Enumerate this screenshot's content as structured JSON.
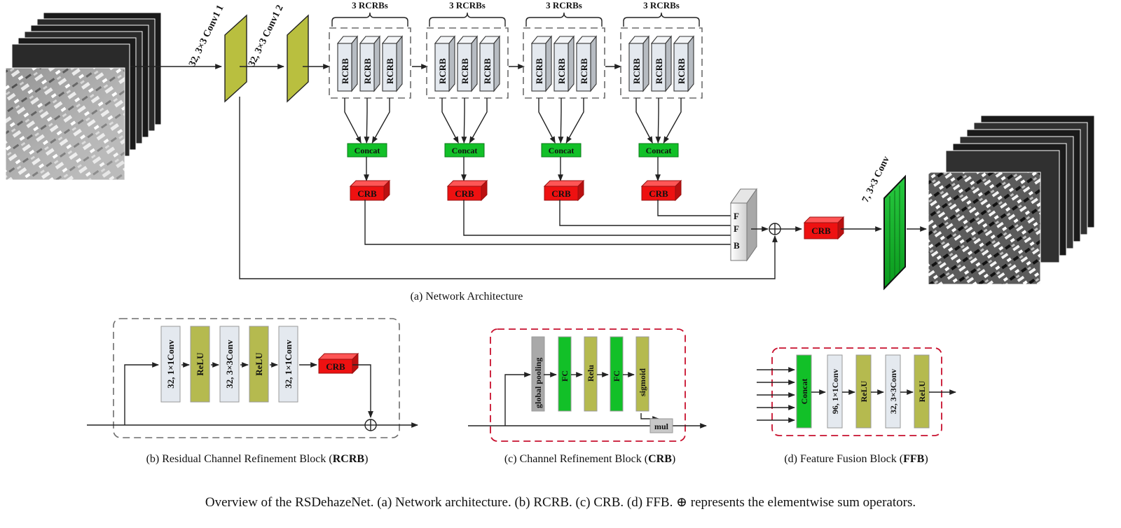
{
  "network": {
    "conv1_label": "32, 3×3 Conv1 1",
    "conv2_label": "32, 3×3 Conv1 2",
    "group_label": "3 RCRBs",
    "rcrb_label": "RCRB",
    "concat_label": "Concat",
    "crb_label": "CRB",
    "ffb_letters": [
      "F",
      "F",
      "B"
    ],
    "sum_symbol": "⊕",
    "final_conv_label": "7, 3×3 Conv",
    "caption": "(a) Network Architecture"
  },
  "rcrb": {
    "blocks": [
      "32, 1×1Conv",
      "ReLU",
      "32, 3×3Conv",
      "ReLU",
      "32, 1×1Conv"
    ],
    "crb_label": "CRB",
    "caption_prefix": "(b)  Residual Channel Refinement  Block (",
    "caption_bold": "RCRB",
    "caption_suffix": ")"
  },
  "crb": {
    "blocks": [
      "global pooling",
      "FC",
      "Relu",
      "FC",
      "sigmoid"
    ],
    "mul_label": "mul",
    "caption_prefix": "(c) Channel Refinement Block (",
    "caption_bold": "CRB",
    "caption_suffix": ")"
  },
  "ffb": {
    "blocks": [
      "Concat",
      "96, 1×1Conv",
      "ReLU",
      "32, 3×3Conv",
      "ReLU"
    ],
    "caption_prefix": "(d) Feature Fusion Block (",
    "caption_bold": "FFB",
    "caption_suffix": ")"
  },
  "figure_caption": "Overview of the RSDehazeNet. (a) Network architecture. (b) RCRB. (c) CRB. (d) FFB. ⊕ represents the elementwise sum operators.",
  "colors": {
    "olive": "#b5ba4f",
    "green": "#12c028",
    "red": "#ee1111",
    "light_block": "#e4e9ef",
    "gray_block": "#a9a9a9"
  }
}
